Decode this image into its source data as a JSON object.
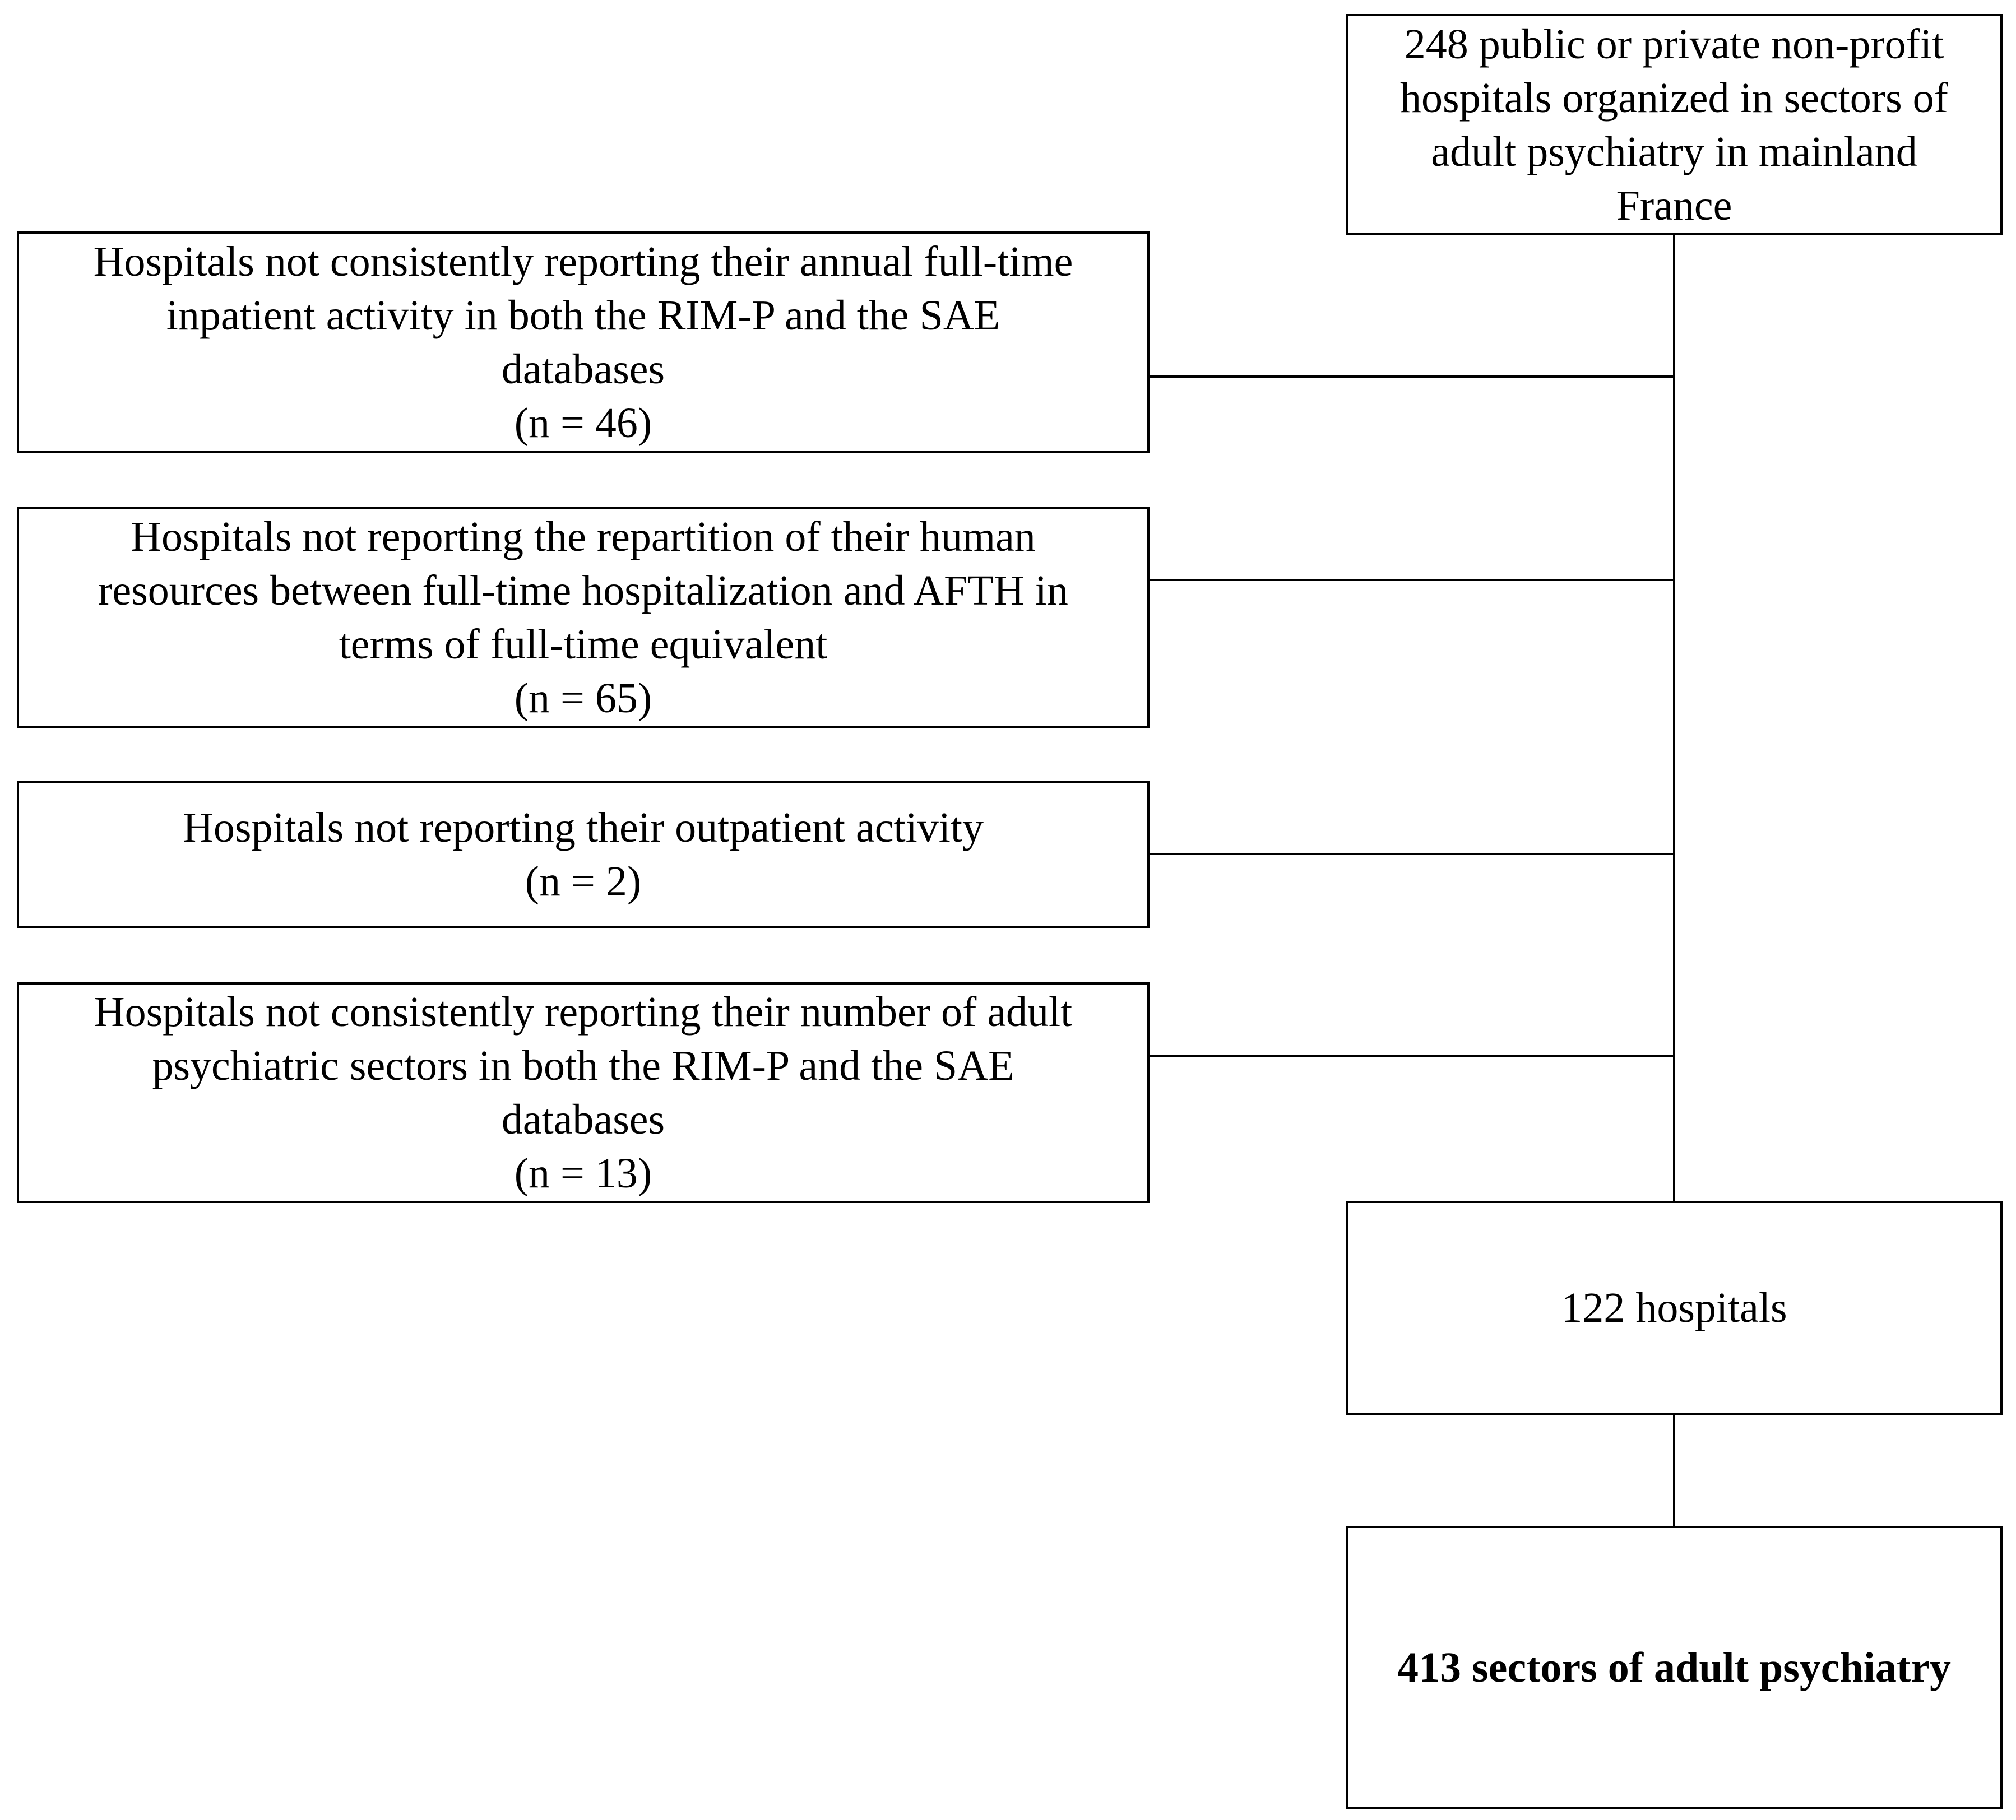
{
  "flowchart": {
    "start_box": {
      "lines": [
        "248 public or private non-profit",
        "hospitals organized in sectors of",
        "adult psychiatry in mainland",
        "France"
      ]
    },
    "exclusions": [
      {
        "lines": [
          "Hospitals not consistently reporting their annual full-time",
          "inpatient activity in both the RIM-P and the SAE",
          "databases",
          "(n = 46)"
        ]
      },
      {
        "lines": [
          "Hospitals not reporting the repartition of their human",
          "resources between full-time hospitalization and AFTH in",
          "terms of full-time equivalent",
          "(n = 65)"
        ]
      },
      {
        "lines": [
          "Hospitals not reporting their outpatient activity",
          "(n = 2)"
        ]
      },
      {
        "lines": [
          "Hospitals not consistently reporting their number of adult",
          "psychiatric sectors in both the RIM-P and the SAE",
          "databases",
          "(n = 13)"
        ]
      }
    ],
    "middle_box": {
      "label": "122 hospitals"
    },
    "final_box": {
      "label": "413 sectors of adult psychiatry"
    }
  }
}
